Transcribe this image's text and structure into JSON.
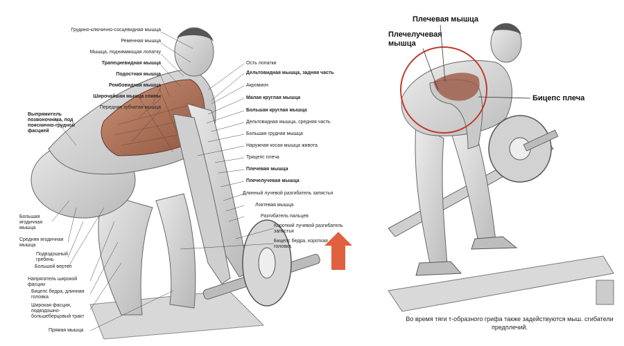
{
  "left_figure": {
    "left_labels": [
      {
        "text": "Выпрямитель позвоночника, под пояснично-грудной фасцией",
        "bold": true
      },
      {
        "text": "Большая ягодичная мышца",
        "bold": false
      },
      {
        "text": "Средняя ягодичная мышца",
        "bold": false
      },
      {
        "text": "Подвздошный гребень",
        "bold": false
      },
      {
        "text": "Большой вертел",
        "bold": false
      },
      {
        "text": "Напрягатель широкой фасции",
        "bold": false
      },
      {
        "text": "Бицепс бедра, длинная головка",
        "bold": false
      },
      {
        "text": "Широкая фасция, подвздошно-большеберцовый тракт",
        "bold": false
      },
      {
        "text": "Прямая мышца",
        "bold": false
      }
    ],
    "top_labels": [
      {
        "text": "Грудино-ключично-сосцевидная мышца",
        "bold": false
      },
      {
        "text": "Ременная мышца",
        "bold": false
      },
      {
        "text": "Мышца, поднимающая лопатку",
        "bold": false
      },
      {
        "text": "Трапециевидная мышца",
        "bold": true
      },
      {
        "text": "Подостная мышца",
        "bold": true
      },
      {
        "text": "Ромбовидная мышца",
        "bold": true
      },
      {
        "text": "Широчайшая мышца спины",
        "bold": true
      },
      {
        "text": "Передняя зубчатая мышца",
        "bold": false
      }
    ],
    "right_labels": [
      {
        "text": "Ость лопатки",
        "bold": false
      },
      {
        "text": "Дельтовидная мышца, задняя часть",
        "bold": true
      },
      {
        "text": "Акромион",
        "bold": false
      },
      {
        "text": "Малая круглая мышца",
        "bold": true
      },
      {
        "text": "Большая круглая мышца",
        "bold": true
      },
      {
        "text": "Дельтовидная мышца, средняя часть",
        "bold": false
      },
      {
        "text": "Большая грудная мышца",
        "bold": false
      },
      {
        "text": "Наружная косая мышца живота",
        "bold": false
      },
      {
        "text": "Трицепс плеча",
        "bold": false
      },
      {
        "text": "Плечевая мышца",
        "bold": true
      },
      {
        "text": "Плечелучевая мышца",
        "bold": true
      },
      {
        "text": "Длинный лучевой разгибатель запястья",
        "bold": false
      },
      {
        "text": "Локтевая мышца",
        "bold": false
      },
      {
        "text": "Разгибатель пальцев",
        "bold": false
      },
      {
        "text": "Короткий лучевой разгибатель запястья",
        "bold": false
      },
      {
        "text": "Бицепс бедра, короткая головка",
        "bold": false
      }
    ]
  },
  "right_figure": {
    "label_brachialis": "Плечевая мышца",
    "label_brachioradialis": "Плечелучевая мышца",
    "label_biceps": "Бицепс плеча",
    "caption": "Во время тяги т-образного грифа также задействуются мыш. сгибатели предплечий."
  },
  "colors": {
    "muscle_highlight": "#b06a4c",
    "circle": "#c0392b",
    "arrow": "#e06040"
  }
}
